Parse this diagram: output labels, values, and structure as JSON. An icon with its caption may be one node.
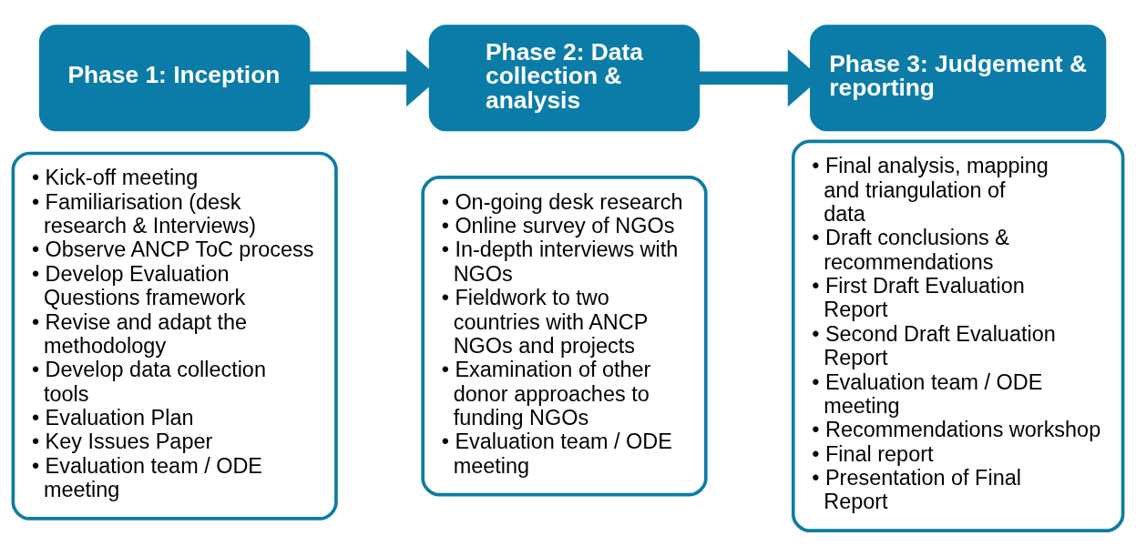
{
  "diagram": {
    "nodes": [
      {
        "text": [
          "Phase 1: Inception"
        ]
      },
      {
        "text": [
          "• Kick-off meeting",
          "• Familiarisation (desk research & Interviews)",
          "• Observe ANCP ToC process",
          "• Develop Evaluation Questions framework",
          "• Revise and adapt the methodology",
          "• Develop data collection tools",
          "• Evaluation Plan",
          "• Key Issues Paper",
          "• Evaluation team / ODE meeting"
        ]
      },
      {
        "text": [
          "Phase 2: Data collection & analysis"
        ]
      },
      {
        "text": [
          "• On-going desk research",
          "• Online survey of NGOs",
          "• In-depth interviews with NGOs",
          "• Fieldwork to two countries with ANCP NGOs and projects",
          "• Examination of other donor approaches to funding NGOs",
          "• Evaluation team / ODE meeting"
        ]
      },
      {
        "text": [
          "Phase 3: Judgement & reporting"
        ]
      },
      {
        "text": [
          "• Final analysis, mapping and triangulation of data",
          "• Draft conclusions & recommendations",
          "• First Draft Evaluation Report",
          "• Second Draft Evaluation Report",
          "• Evaluation team / ODE meeting",
          "• Recommendations workshop",
          "• Final report",
          "• Presentation of Final Report"
        ]
      }
    ],
    "edges": [
      {
        "from": 0,
        "to": 2,
        "arrow": "to"
      },
      {
        "from": 2,
        "to": 4,
        "arrow": "to"
      }
    ]
  }
}
